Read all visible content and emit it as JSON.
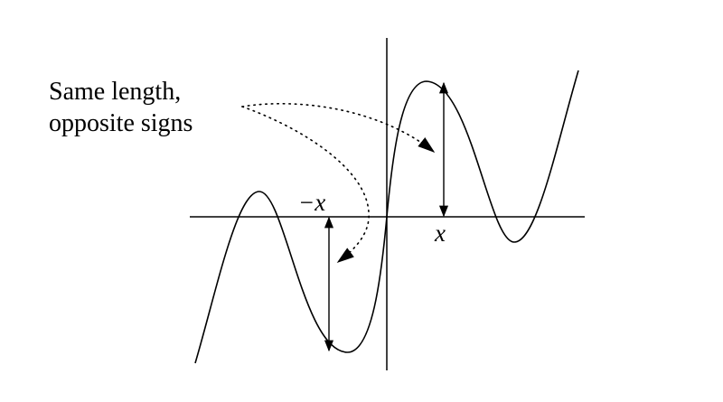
{
  "annotation": {
    "line1": "Same length,",
    "line2": "opposite signs"
  },
  "labels": {
    "neg_x": "−x",
    "pos_x": "x"
  },
  "colors": {
    "ink": "#000000",
    "background": "#ffffff"
  }
}
